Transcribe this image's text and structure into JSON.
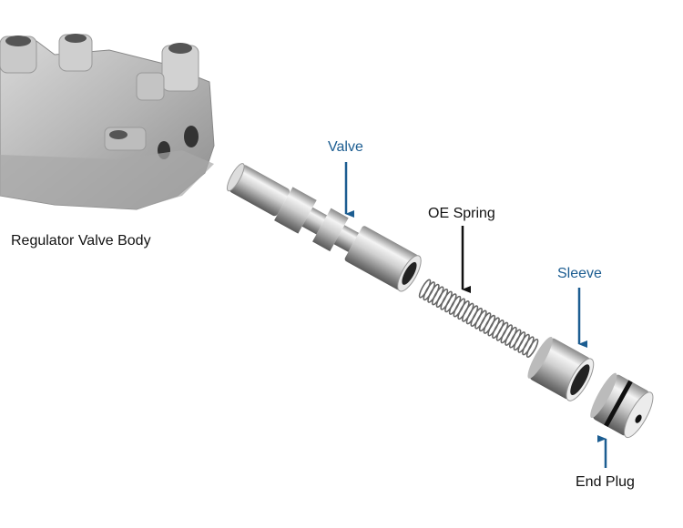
{
  "labels": {
    "valve_body": "Regulator Valve Body",
    "valve": "Valve",
    "spring": "OE Spring",
    "sleeve": "Sleeve",
    "end_plug": "End Plug"
  },
  "colors": {
    "callout_blue": "#1c5d91",
    "callout_black": "#111111",
    "metal": "#c8c8c8"
  }
}
